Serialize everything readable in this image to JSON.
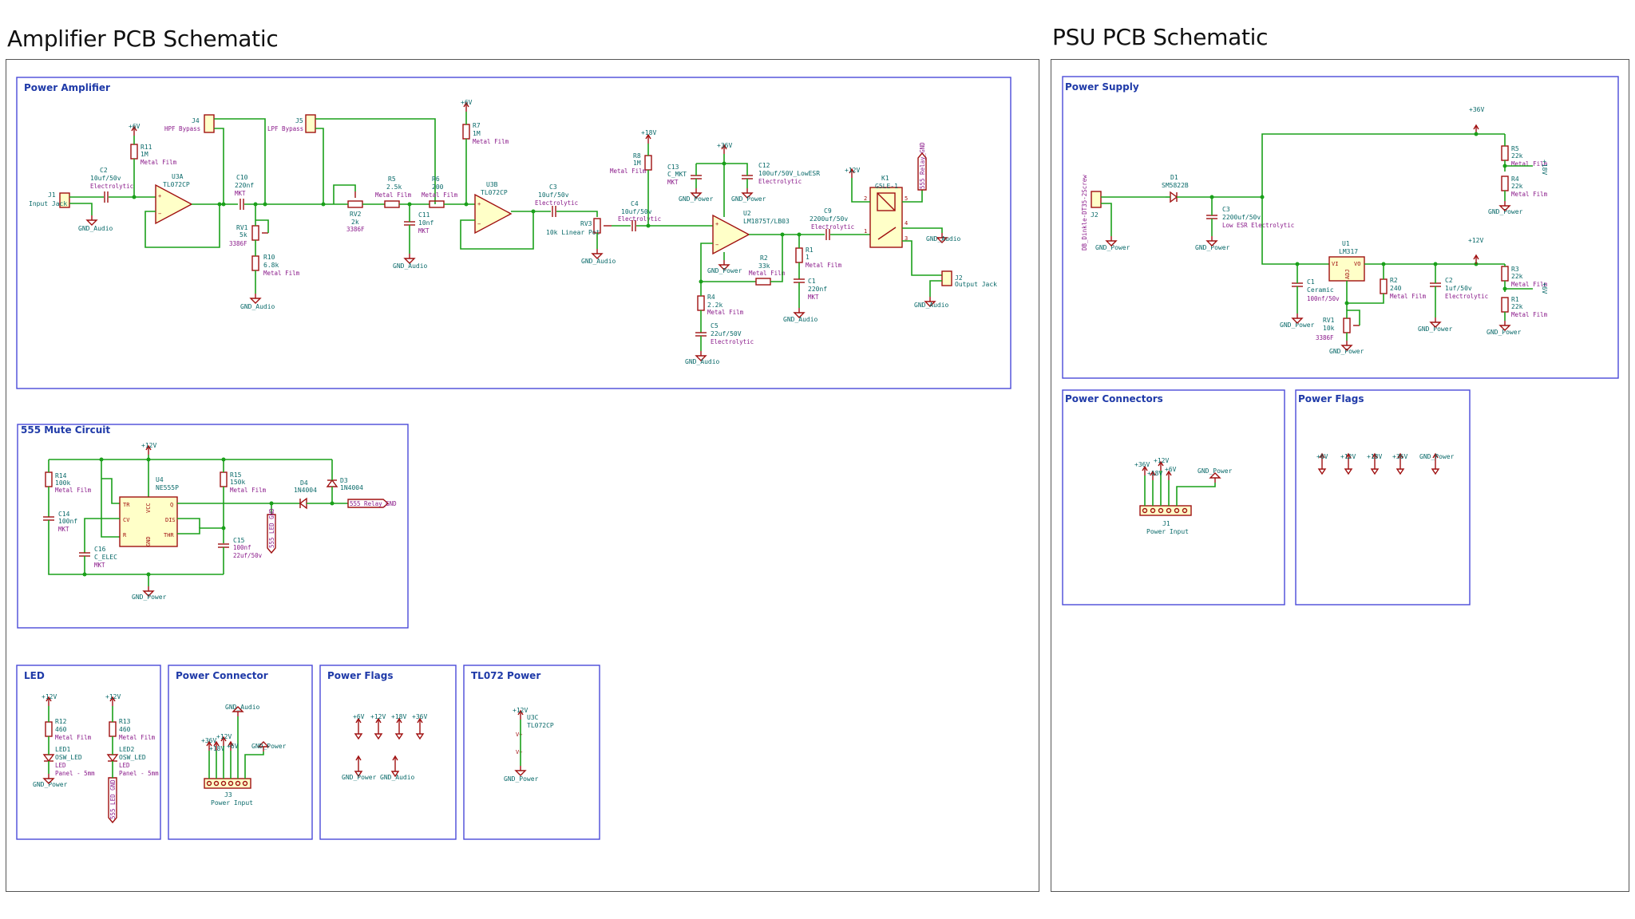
{
  "titles": {
    "amp": "Amplifier PCB Schematic",
    "psu": "PSU PCB  Schematic"
  },
  "blocks": {
    "power_amp": "Power Amplifier",
    "mute": "555 Mute Circuit",
    "led": "LED",
    "power_connector": "Power Connector",
    "power_flags": "Power Flags",
    "tl072_power": "TL072 Power",
    "power_supply": "Power Supply",
    "power_connectors": "Power Connectors",
    "psu_power_flags": "Power Flags"
  },
  "rails": {
    "p6": "+6V",
    "p12": "+12V",
    "p18": "+18V",
    "p36": "+36V",
    "gnd_audio": "GND_Audio",
    "gnd_power": "GND_Power"
  },
  "amp": {
    "j1": "J1",
    "j1_val": "Input Jack",
    "c2": "C2",
    "c2_val": "10uf/50v",
    "c2_note": "Electrolytic",
    "r11": "R11",
    "r11_val": "1M",
    "r11_note": "Metal Film",
    "u3a": "U3A",
    "u3a_val": "TL072CP",
    "j4": "J4",
    "j4_val": "HPF Bypass",
    "c10": "C10",
    "c10_val": "220nf",
    "c10_note": "MKT",
    "rv1": "RV1",
    "rv1_val": "5k",
    "rv1_note": "3386F",
    "r10": "R10",
    "r10_val": "6.8k",
    "r10_note": "Metal Film",
    "j5": "J5",
    "j5_val": "LPF Bypass",
    "rv2": "RV2",
    "rv2_val": "2k",
    "rv2_note": "3386F",
    "r5": "R5",
    "r5_val": "2.5k",
    "r5_note": "Metal Film",
    "c11": "C11",
    "c11_val": "10nf",
    "c11_note": "MKT",
    "r6": "R6",
    "r6_val": "200",
    "r6_note": "Metal Film",
    "r7": "R7",
    "r7_val": "1M",
    "r7_note": "Metal Film",
    "u3b": "U3B",
    "u3b_val": "TL072CP",
    "c3": "C3",
    "c3_val": "10uf/50v",
    "c3_note": "Electrolytic",
    "rv3": "RV3",
    "rv3_val": "10k Linear Pot",
    "r8": "R8",
    "r8_val": "1M",
    "r8_note": "Metal Film",
    "c4": "C4",
    "c4_val": "10uf/50v",
    "c4_note": "Electrolytic",
    "c13": "C13",
    "c13_val": "C_MKT",
    "c13_note": "MKT",
    "c12": "C12",
    "c12_val": "100uf/50V_LowESR",
    "c12_note": "Electrolytic",
    "u2": "U2",
    "u2_val": "LM1875T/LB03",
    "r2": "R2",
    "r2_val": "33k",
    "r2_note": "Metal Film",
    "r4": "R4",
    "r4_val": "2.2k",
    "r4_note": "Metal Film",
    "c5": "C5",
    "c5_val": "22uf/50V",
    "c5_note": "Electrolytic",
    "r1": "R1",
    "r1_val": "1",
    "r1_note": "Metal Film",
    "c1": "C1",
    "c1_val": "220nf",
    "c1_note": "MKT",
    "c9": "C9",
    "c9_val": "2200uf/50v",
    "c9_note": "Electrolytic",
    "k1": "K1",
    "k1_val": "G5LE-1",
    "relay_label": "555_Relay_GND",
    "j2": "J2",
    "j2_val": "Output Jack"
  },
  "mute": {
    "r14": "R14",
    "r14_val": "100k",
    "r14_note": "Metal Film",
    "c14": "C14",
    "c14_val": "100nf",
    "c14_note": "MKT",
    "c16": "C16",
    "c16_val": "C_ELEC",
    "c16_note": "MKT",
    "u4": "U4",
    "u4_val": "NE555P",
    "pins": {
      "tr": "TR",
      "cv": "CV",
      "r": "R",
      "vcc": "VCC",
      "gnd": "GND",
      "q": "Q",
      "dis": "DIS",
      "thr": "THR"
    },
    "r15": "R15",
    "r15_val": "150k",
    "r15_note": "Metal Film",
    "c15": "C15",
    "c15_val": "100nf",
    "c15_note": "22uf/50v",
    "d4": "D4",
    "d4_val": "1N4004",
    "d3": "D3",
    "d3_val": "1N4004",
    "relay_label": "555_Relay_GND",
    "led_label": "555_LED_GND"
  },
  "led": {
    "r12": "R12",
    "r12_val": "460",
    "r12_note": "Metal Film",
    "led1": "LED1",
    "led1_val": "OSW_LED",
    "led1_note1": "LED",
    "led1_note2": "Panel - 5mm",
    "r13": "R13",
    "r13_val": "460",
    "r13_note": "Metal Film",
    "led2": "LED2",
    "led2_val": "OSW_LED",
    "led2_note1": "LED",
    "led2_note2": "Panel - 5mm",
    "led_label": "555_LED_GND"
  },
  "conn": {
    "j3": "J3",
    "j3_val": "Power Input"
  },
  "tl072": {
    "u3c": "U3C",
    "u3c_val": "TL072CP"
  },
  "psu": {
    "j2": "J2",
    "j2_val": "DB_Dinkle-DT35-2Screw",
    "d1": "D1",
    "d1_val": "SM5822B",
    "c3": "C3",
    "c3_val": "2200uf/50v",
    "c3_note": "Low ESR Electrolytic",
    "r5": "R5",
    "r5_val": "22k",
    "r5_note": "Metal Film",
    "r4": "R4",
    "r4_val": "22k",
    "r4_note": "Metal Film",
    "u1": "U1",
    "u1_val": "LM317",
    "pins": {
      "vi": "VI",
      "vo": "VO",
      "adj": "ADJ"
    },
    "c1": "C1",
    "c1_val": "Ceramic",
    "c1_note": "100nf/50v",
    "r2": "R2",
    "r2_val": "240",
    "r2_note": "Metal Film",
    "c2": "C2",
    "c2_val": "1uf/50v",
    "c2_note": "Electrolytic",
    "rv1": "RV1",
    "rv1_val": "10k",
    "rv1_note": "3386F",
    "r3": "R3",
    "r3_val": "22k",
    "r3_note": "Metal Film",
    "r1": "R1",
    "r1_val": "22k",
    "r1_note": "Metal Film",
    "j1": "J1",
    "j1_val": "Power Input"
  }
}
